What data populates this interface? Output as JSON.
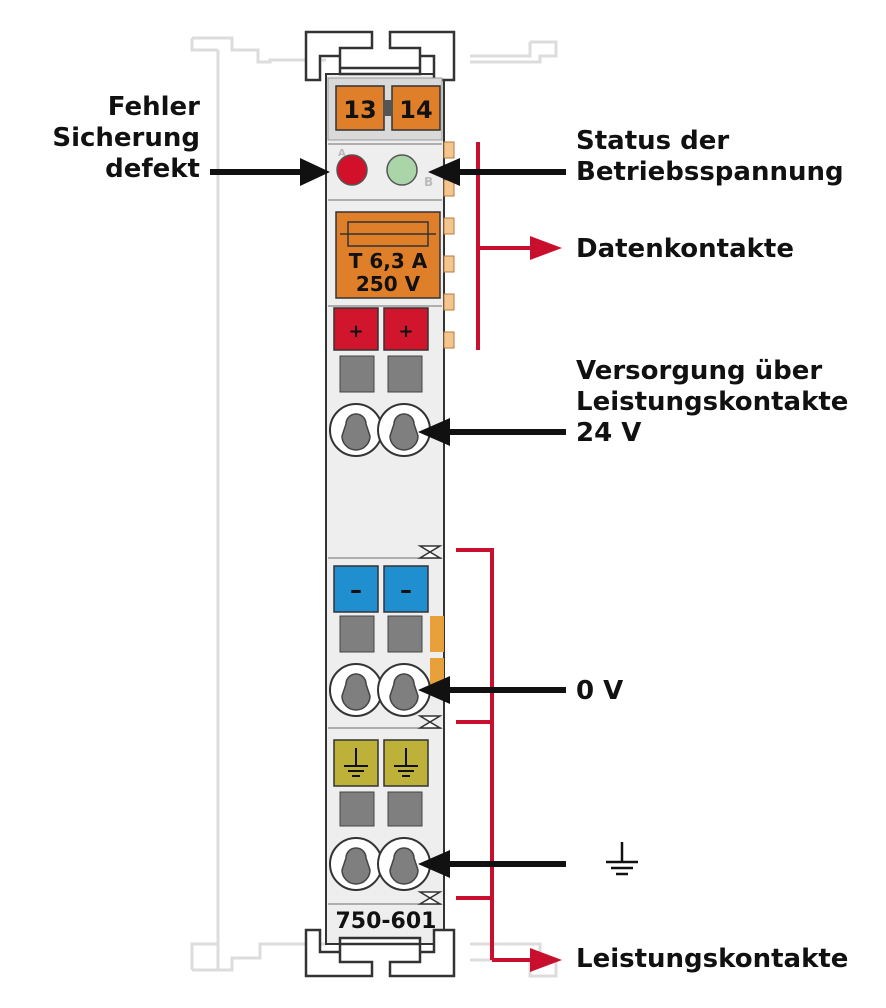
{
  "module": {
    "model": "750-601",
    "terminal_left": "13",
    "terminal_right": "14",
    "fuse_rating": "T 6,3 A",
    "fuse_voltage": "250 V",
    "plus_symbol": "+",
    "minus_symbol": "–",
    "led_left_letter": "A",
    "led_right_letter": "B"
  },
  "labels": {
    "fault": [
      "Fehler",
      "Sicherung",
      "defekt"
    ],
    "status": [
      "Status der",
      "Betriebsspannung"
    ],
    "data_contacts": "Datenkontakte",
    "supply": [
      "Versorgung über",
      "Leistungskontakte",
      "24 V"
    ],
    "zero_volt": "0 V",
    "power_contacts": "Leistungskontakte"
  },
  "colors": {
    "orange": "#E07F2A",
    "red": "#D0152C",
    "led_red": "#D3102A",
    "led_green": "#A9D5A9",
    "blue": "#1F8FD0",
    "yellow": "#BDB13A",
    "gray_dark": "#7F7F7F",
    "housing": "#EEEEEE",
    "line_red": "#C8102E"
  },
  "icons": [
    "ground-icon",
    "arrow-icon"
  ]
}
